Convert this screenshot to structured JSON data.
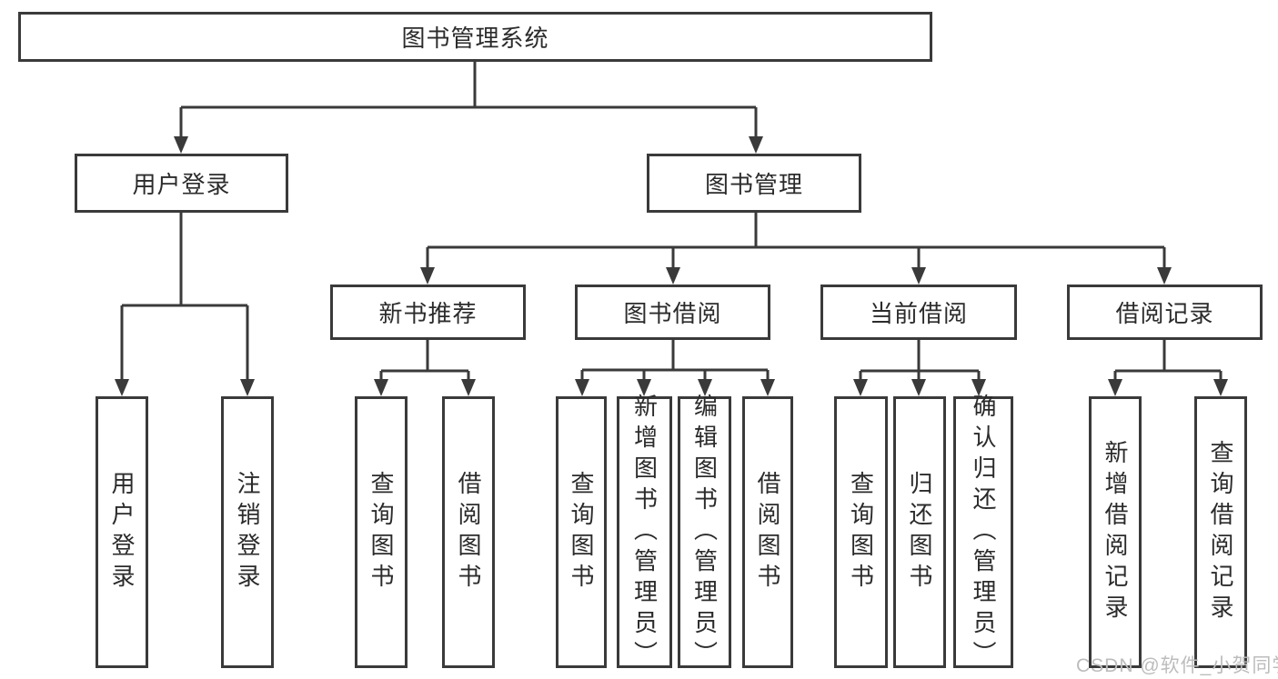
{
  "nodes": {
    "root": "图书管理系统",
    "level1": [
      "用户登录",
      "图书管理"
    ],
    "level2": [
      "新书推荐",
      "图书借阅",
      "当前借阅",
      "借阅记录"
    ],
    "login_children": [
      "用户登录",
      "注销登录"
    ],
    "newbook_children": [
      "查询图书",
      "借阅图书"
    ],
    "borrow_children": [
      "查询图书",
      "新增图书（管理员）",
      "编辑图书（管理员）",
      "借阅图书"
    ],
    "current_children": [
      "查询图书",
      "归还图书",
      "确认归还（管理员）"
    ],
    "record_children": [
      "新增借阅记录",
      "查询借阅记录"
    ]
  },
  "watermark": "CSDN @软件_小贺同学",
  "colors": {
    "line": "#3a3a3a",
    "text": "#2b2b2b",
    "watermark": "#bcbcbc",
    "background": "#ffffff"
  }
}
